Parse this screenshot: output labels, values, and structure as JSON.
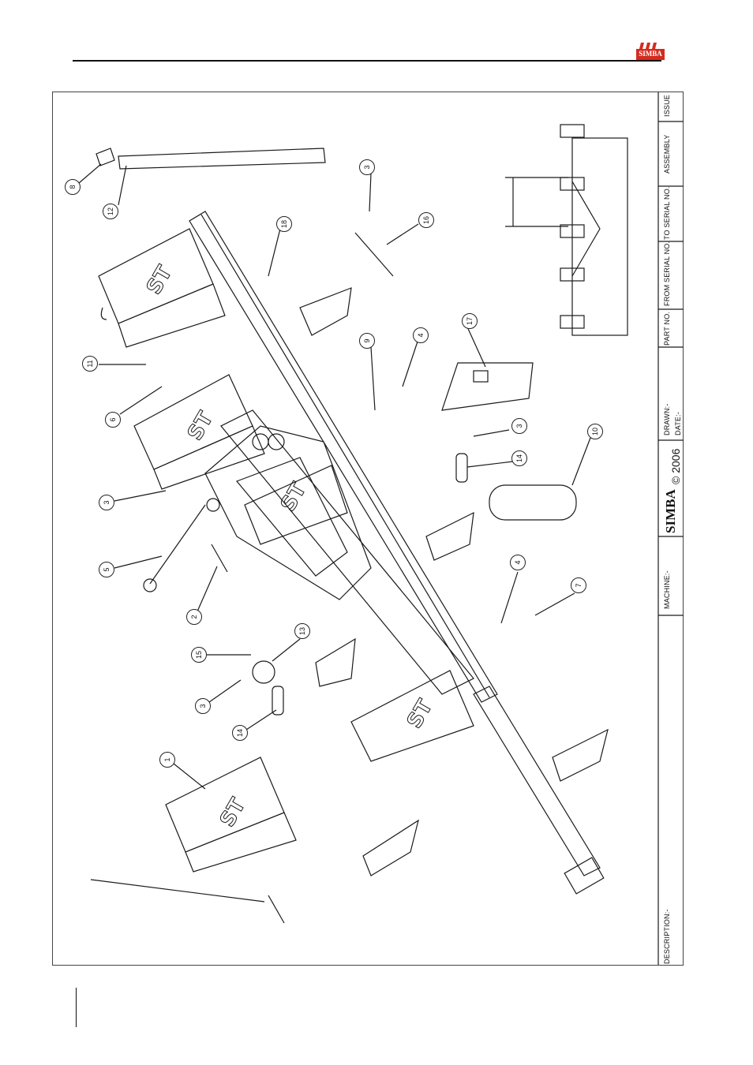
{
  "brand": {
    "logo_text": "SIMBA",
    "logo_color": "#d52b1e"
  },
  "title_block": {
    "issue": "ISSUE",
    "assembly": "ASSEMBLY",
    "to_serial": "TO SERIAL NO.",
    "from_serial": "FROM SERIAL NO.",
    "part_no": "PART NO.",
    "drawn": "DRAWN:-",
    "date": "DATE:-",
    "logo": "SIMBA",
    "copyright": "© 2006",
    "machine": "MACHINE:-",
    "description": "DESCRIPTION:-"
  },
  "callouts": [
    "8",
    "12",
    "3",
    "16",
    "18",
    "9",
    "4",
    "17",
    "11",
    "6",
    "3",
    "10",
    "14",
    "3",
    "5",
    "2",
    "4",
    "7",
    "15",
    "13",
    "3",
    "14",
    "1"
  ],
  "watermark_letters": "ST",
  "colors": {
    "line": "#1a1a1a",
    "frame": "#444444"
  }
}
